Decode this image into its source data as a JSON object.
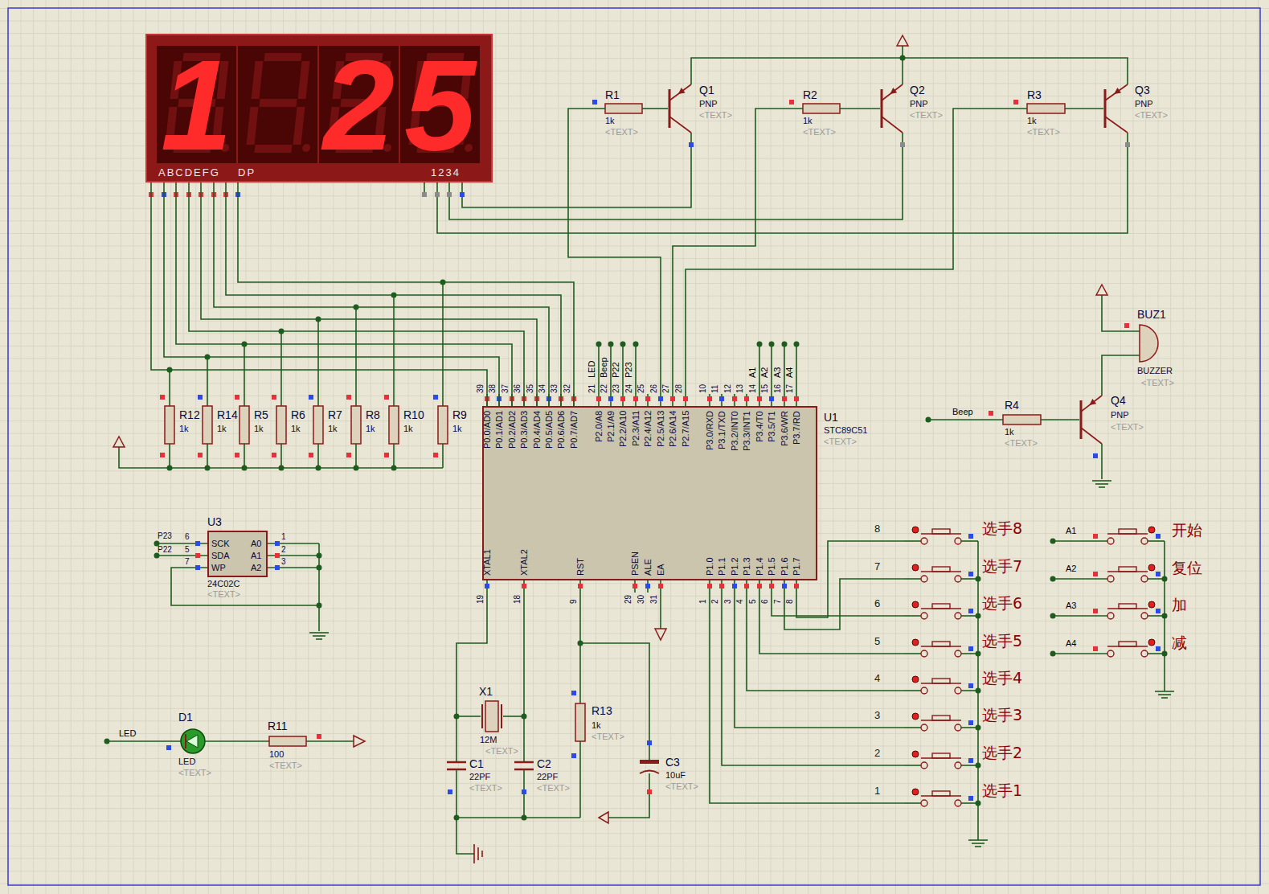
{
  "diagram": {
    "nodes": [
      {
        "text": [
          "1",
          "2",
          "5",
          "ABCDEFG",
          "DP",
          "1234"
        ]
      },
      {
        "text": [
          "P0.0/AD0",
          "P0.1/AD1",
          "P0.2/AD2",
          "P0.3/AD3",
          "P0.4/AD4",
          "P0.5/AD5",
          "P0.6/AD6",
          "P0.7/AD7",
          "P2.0/A8",
          "P2.1/A9",
          "P2.2/A10",
          "P2.3/A11",
          "P2.4/A12",
          "P2.5/A13",
          "P2.6/A14",
          "P2.7/A15",
          "P3.0/RXD",
          "P3.1/TXD",
          "P3.2/INT0",
          "P3.3/INT1",
          "P3.4/T0",
          "P3.5/T1",
          "P3.6/WR",
          "P3.7/RD",
          "XTAL1",
          "XTAL2",
          "RST",
          "PSEN",
          "ALE",
          "EA",
          "P1.0",
          "P1.1",
          "P1.2",
          "P1.3",
          "P1.4",
          "P1.5",
          "P1.6",
          "P1.7",
          "U1",
          "STC89C51",
          "<TEXT>"
        ]
      },
      {
        "text": [
          "SCK",
          "SDA",
          "WP",
          "A0",
          "A1",
          "A2",
          "U3",
          "24C02C",
          "<TEXT>"
        ]
      }
    ],
    "edges": [
      {
        "from": 0,
        "to": 1,
        "arrow": "none"
      },
      {
        "from": 0,
        "to": 1,
        "arrow": "none"
      },
      {
        "from": 0,
        "to": 1,
        "arrow": "none"
      },
      {
        "from": 0,
        "to": 1,
        "arrow": "none"
      },
      {
        "from": 0,
        "to": 1,
        "arrow": "none"
      },
      {
        "from": 0,
        "to": 1,
        "arrow": "none"
      },
      {
        "from": 0,
        "to": 1,
        "arrow": "none"
      },
      {
        "from": 0,
        "to": 1,
        "arrow": "none"
      }
    ],
    "labels": [
      "R1",
      "1k",
      "<TEXT>",
      "Q1",
      "PNP",
      "<TEXT>",
      "R2",
      "1k",
      "<TEXT>",
      "Q2",
      "PNP",
      "<TEXT>",
      "R3",
      "1k",
      "<TEXT>",
      "Q3",
      "PNP",
      "<TEXT>",
      "R12",
      "1k",
      "R14",
      "1k",
      "R5",
      "1k",
      "R6",
      "1k",
      "R7",
      "1k",
      "R8",
      "1k",
      "R10",
      "1k",
      "R9",
      "1k",
      "39",
      "38",
      "37",
      "36",
      "35",
      "34",
      "33",
      "32",
      "21",
      "22",
      "23",
      "24",
      "25",
      "26",
      "27",
      "28",
      "10",
      "11",
      "12",
      "13",
      "14",
      "15",
      "16",
      "17",
      "19",
      "18",
      "9",
      "29",
      "30",
      "31",
      "1",
      "2",
      "3",
      "4",
      "5",
      "6",
      "7",
      "8",
      "LED",
      "Beep",
      "P22",
      "P23",
      "A1",
      "A2",
      "A3",
      "A4",
      "6",
      "5",
      "7",
      "1",
      "2",
      "3",
      "P23",
      "P22",
      "LED",
      "D1",
      "LED",
      "<TEXT>",
      "R11",
      "100",
      "<TEXT>",
      "X1",
      "12M",
      "<TEXT>",
      "C1",
      "22PF",
      "<TEXT>",
      "C2",
      "22PF",
      "<TEXT>",
      "R13",
      "1k",
      "<TEXT>",
      "C3",
      "10uF",
      "<TEXT>",
      "BUZ1",
      "BUZZER",
      "<TEXT>",
      "Beep",
      "R4",
      "1k",
      "<TEXT>",
      "Q4",
      "PNP",
      "<TEXT>",
      "8",
      "选手8",
      "7",
      "选手7",
      "6",
      "选手6",
      "5",
      "选手5",
      "4",
      "选手4",
      "3",
      "选手3",
      "2",
      "选手2",
      "1",
      "选手1",
      "A1",
      "开始",
      "A2",
      "复位",
      "A3",
      "加",
      "A4",
      "减"
    ]
  }
}
